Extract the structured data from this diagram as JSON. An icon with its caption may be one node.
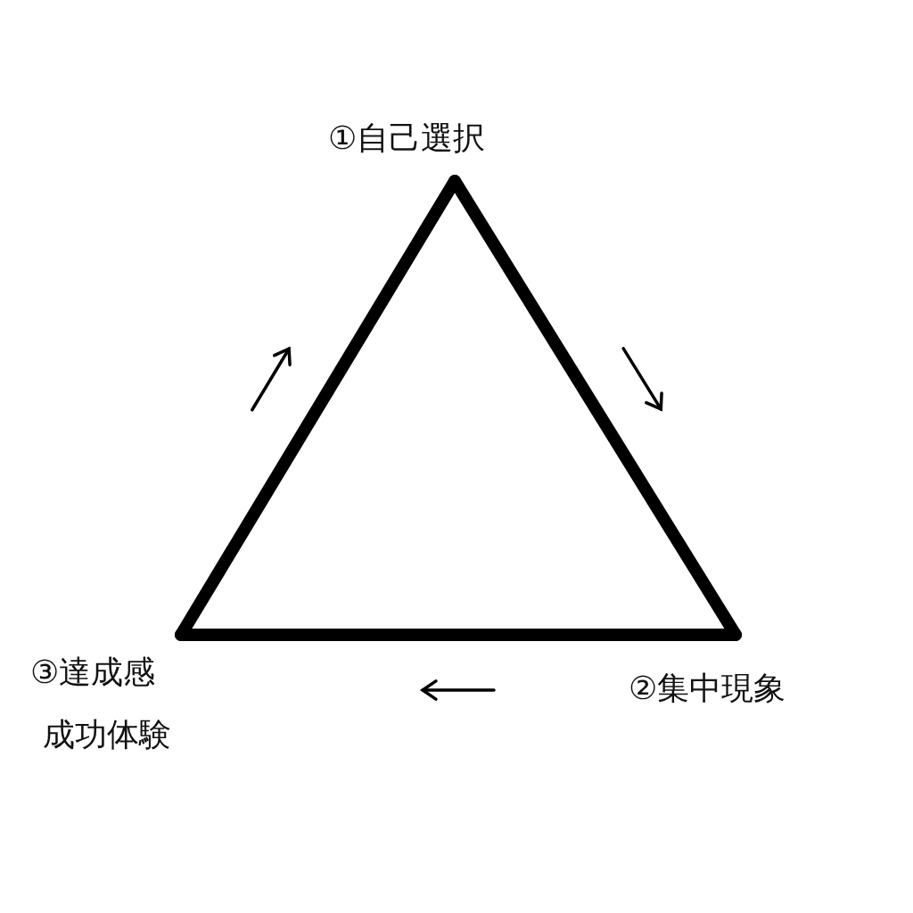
{
  "diagram": {
    "nodes": [
      {
        "text": [
          "①自己選択"
        ]
      },
      {
        "text": [
          "②集中現象"
        ]
      },
      {
        "text": [
          "③達成感",
          "成功体験"
        ]
      }
    ],
    "edges": [
      {
        "from": 0,
        "to": 1,
        "arrow": "none"
      },
      {
        "from": 1,
        "to": 2,
        "arrow": "none"
      },
      {
        "from": 2,
        "to": 0,
        "arrow": "none"
      }
    ]
  }
}
